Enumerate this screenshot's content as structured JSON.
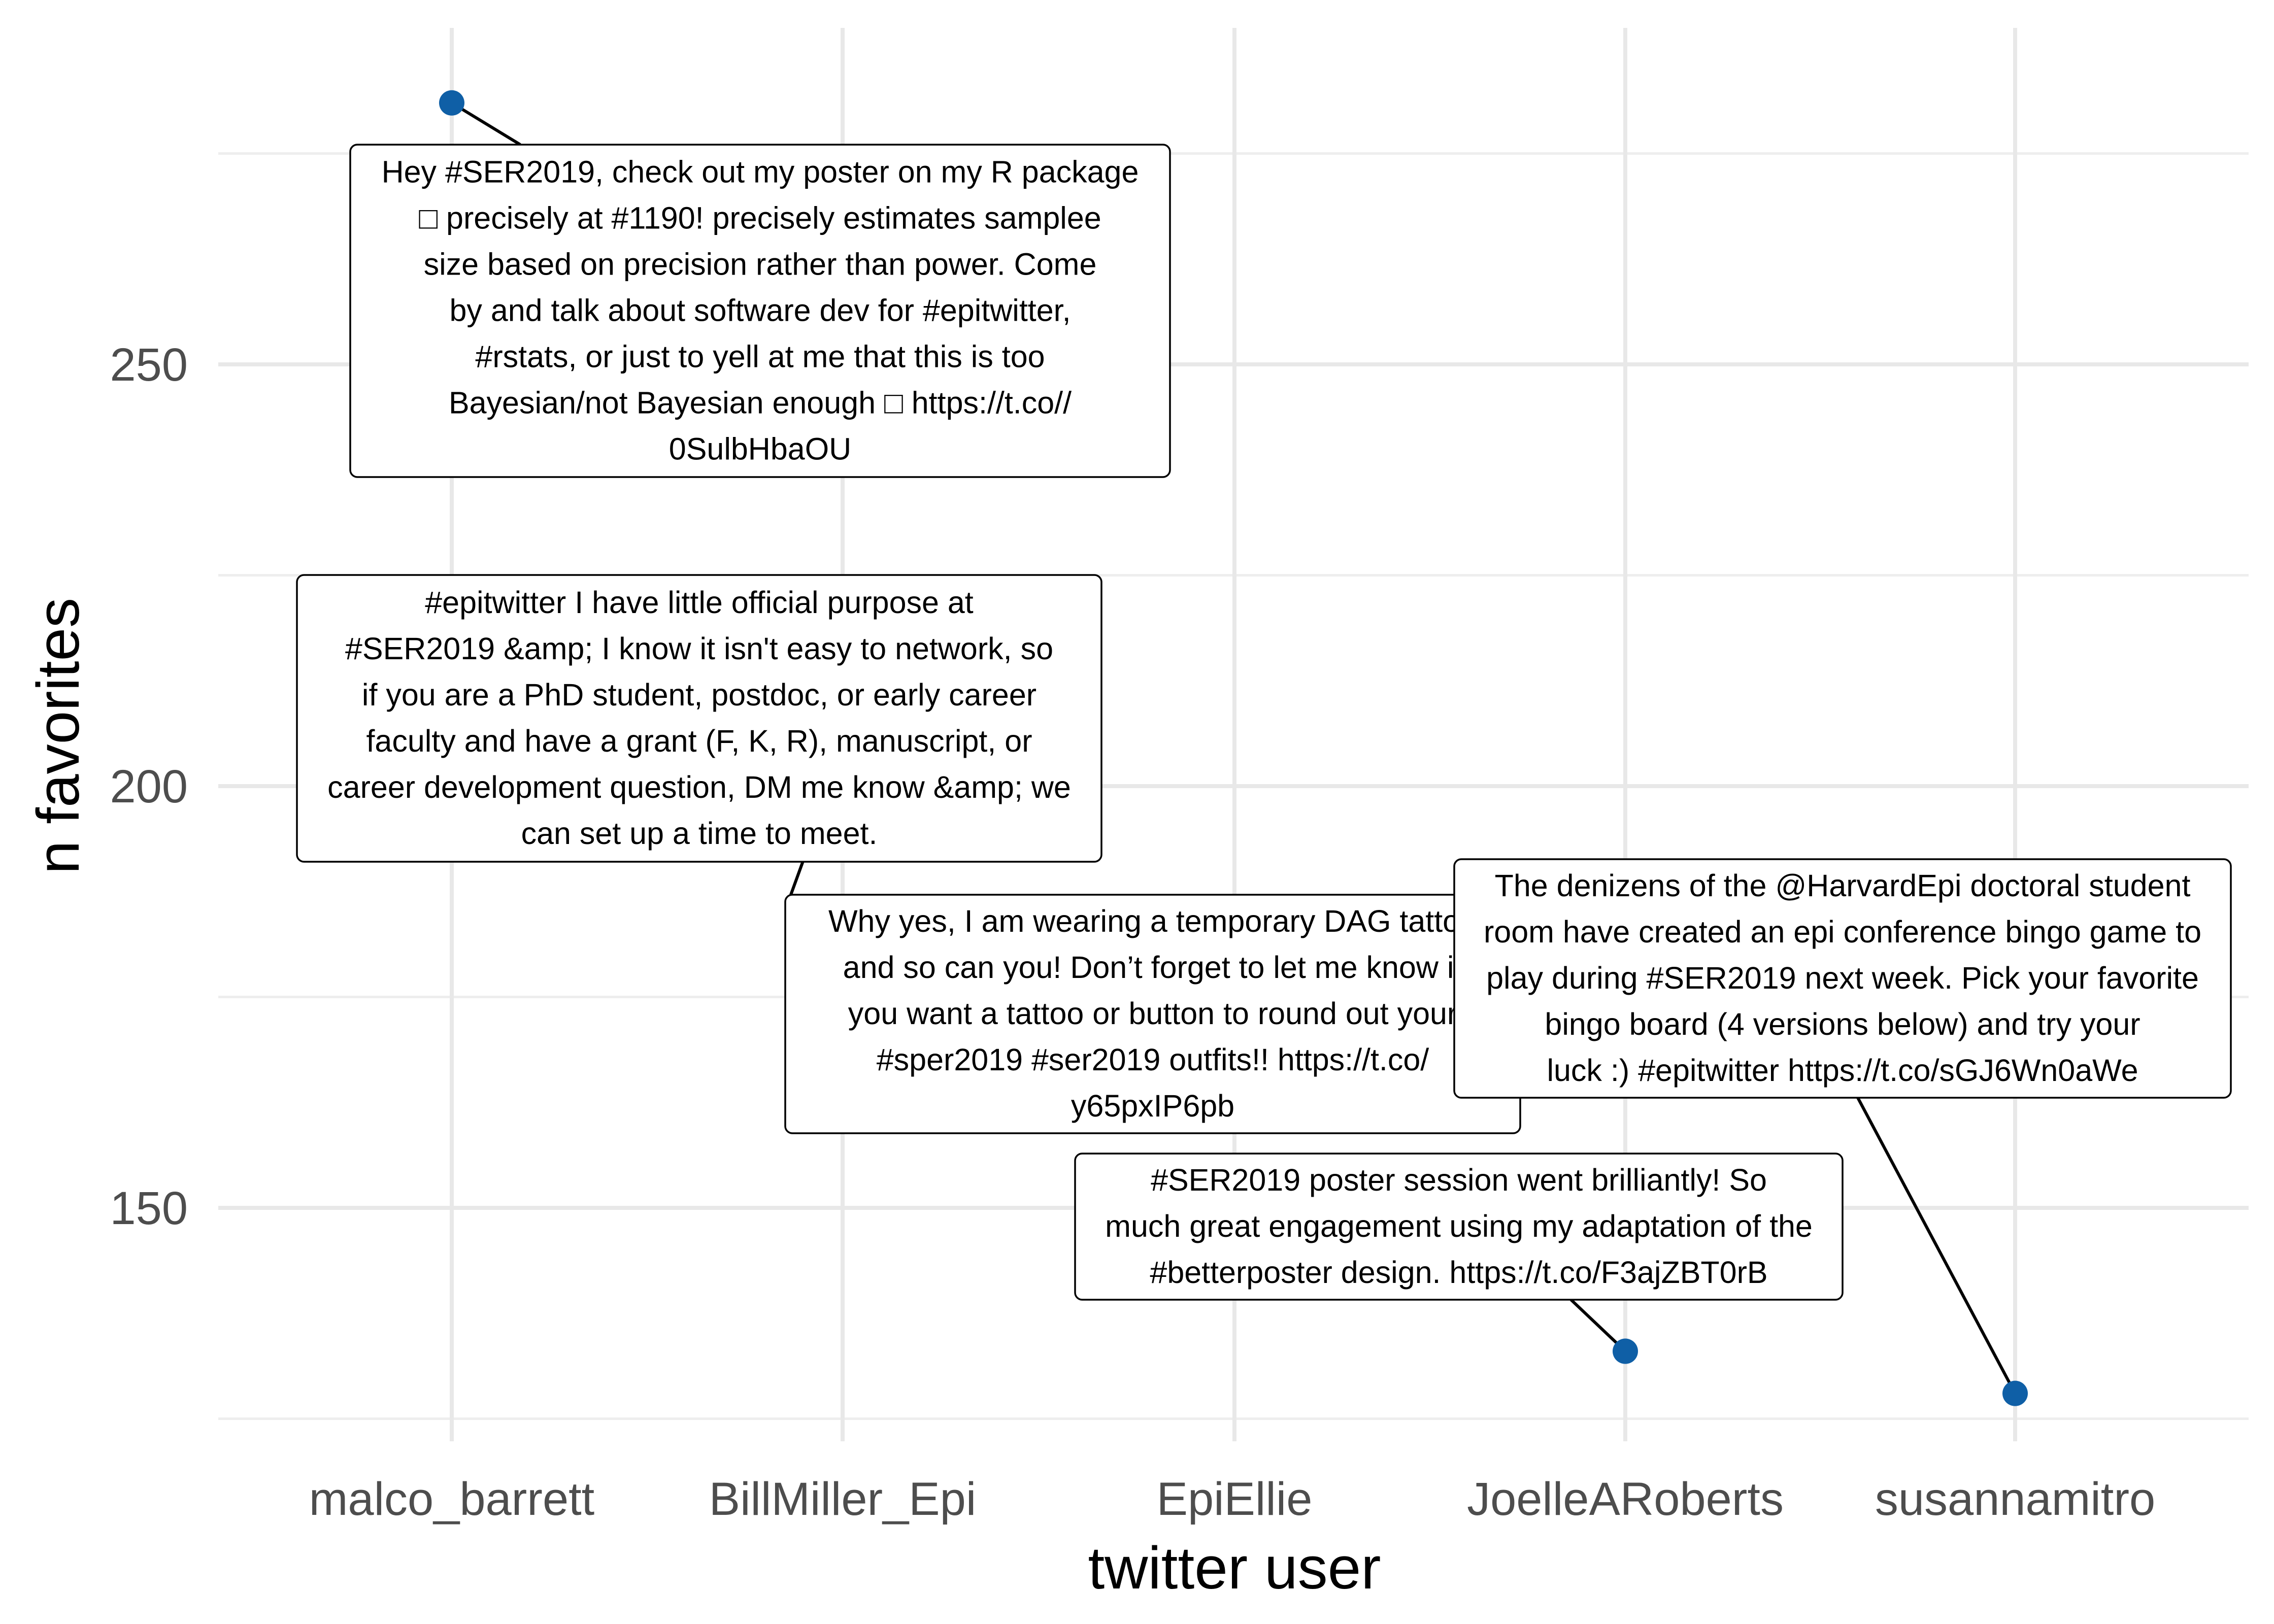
{
  "chart_data": {
    "type": "scatter",
    "xlabel": "twitter user",
    "ylabel": "n favorites",
    "categories": [
      "malco_barrett",
      "BillMiller_Epi",
      "EpiEllie",
      "JoelleARoberts",
      "susannamitro"
    ],
    "ylim": [
      120,
      287
    ],
    "yticks": [
      150,
      200,
      250
    ],
    "grid": true,
    "point_color": "#0f5fa6",
    "points": [
      {
        "x": "malco_barrett",
        "y": 281,
        "label": "Hey #SER2019, check out my poster on my R package □ precisely at #1190! precisely estimates samplee size based on precision rather than power. Come by and talk about software dev for #epitwitter, #rstats, or just to yell at me that this is too Bayesian/not Bayesian enough □ https://t.co//0SulbHbaOU"
      },
      {
        "x": "BillMiller_Epi",
        "y": 204,
        "label": "#epitwitter I have little official purpose at #SER2019 &amp; I know it isn't easy to network, so if you are a PhD student, postdoc, or early career faculty and have a grant (F, K, R), manuscript, or career development question, DM me know &amp; we can set up a time to meet."
      },
      {
        "x": "EpiEllie",
        "y": 182,
        "label": "Why yes, I am wearing a temporary DAG tattoo and so can you! Don’t forget to let me know if you want a tattoo or button to round out your #sper2019 #ser2019 outfits!! https://t.co/y65pxIP6pb"
      },
      {
        "x": "JoelleARoberts",
        "y": 133,
        "label": "#SER2019 poster session went brilliantly! So much great engagement using my adaptation of the #betterposter design. https://t.co/F3ajZBT0rB"
      },
      {
        "x": "susannamitro",
        "y": 128,
        "label": "The denizens of the @HarvardEpi doctoral student room have created an epi conference bingo game to play during #SER2019 next week. Pick your favorite bingo board (4 versions below) and try your luck :) #epitwitter https://t.co/sGJ6Wn0aWe"
      }
    ]
  }
}
